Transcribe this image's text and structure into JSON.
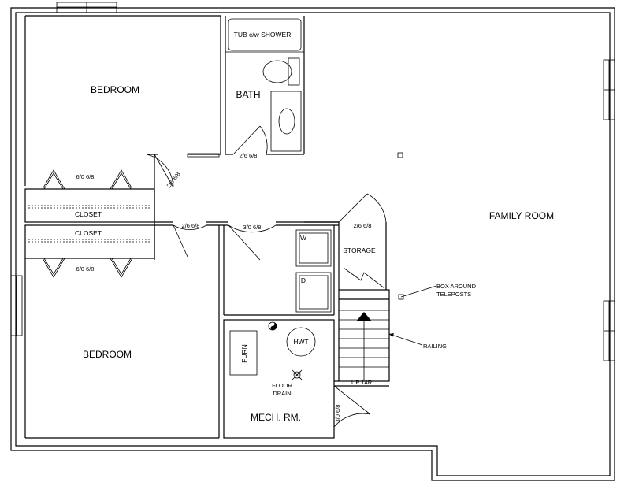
{
  "rooms": {
    "bedroom_top": "BEDROOM",
    "bedroom_bottom": "BEDROOM",
    "bath": "BATH",
    "family_room": "FAMILY ROOM",
    "storage": "STORAGE",
    "mech_room": "MECH. RM.",
    "closet_top": "CLOSET",
    "closet_bottom": "CLOSET"
  },
  "fixtures": {
    "tub": "TUB c/w SHOWER",
    "washer": "W",
    "dryer": "D",
    "furnace": "FURN",
    "hot_water_tank": "HWT",
    "floor_drain_line1": "FLOOR",
    "floor_drain_line2": "DRAIN"
  },
  "doors": {
    "closet_top": "6/0 6/8",
    "closet_bottom": "6/0 6/8",
    "bedroom_top": "2/6 6/8",
    "bath": "2/6 6/8",
    "bedroom_bottom": "2/6 6/8",
    "laundry": "3/0 6/8",
    "storage": "2/6 6/8",
    "mech": "3/0 6/8"
  },
  "annotations": {
    "box_line1": "BOX AROUND",
    "box_line2": "TELEPOSTS",
    "railing": "RAILING",
    "stairs": "UP 14R"
  }
}
